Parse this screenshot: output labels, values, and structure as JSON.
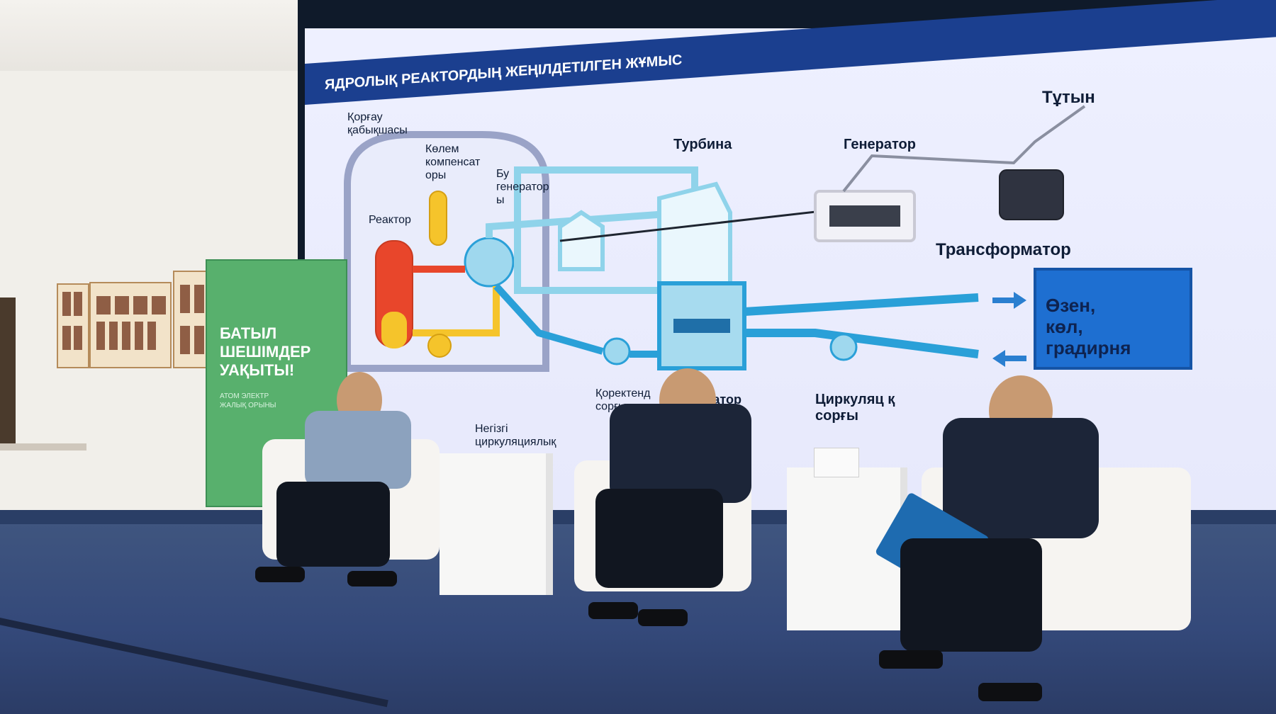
{
  "slide": {
    "header_title": "ЯДРОЛЫҚ РЕАКТОРДЫҢ ЖЕҢІЛДЕТІЛГЕН ЖҰМЫС",
    "labels": {
      "shell": "Қорғау\nқабықшасы",
      "volume_compensator": "Көлем\nкомпенсат\nоры",
      "steam_generator": "Бу\nгенератор\nы",
      "reactor": "Реактор",
      "turbine": "Турбина",
      "generator": "Генератор",
      "consumers": "Тұтын",
      "transformer": "Трансформатор",
      "feed_pump": "Қоректенд\nсорғы",
      "condenser": "Конденсатор",
      "circulation_pump": "Циркуляц       қ\nсорғы",
      "main_circulation": "Негізгі\nциркуляциялық",
      "river_box": "Өзен,\nкөл,\nградирня"
    }
  },
  "banner": {
    "logo_text": "",
    "title": "БАТЫЛ\nШЕШІМДЕР\nУАҚЫТЫ!",
    "subtitle": "АТОМ ЭЛЕКТР\nЖАЛЫҚ ОРЫНЫ"
  },
  "colors": {
    "slide_bg": "#e8eafc",
    "header_blue": "#1b3f8f",
    "pipe_light": "#8fd3ea",
    "pipe_dark": "#2aa0d8",
    "reactor_red": "#e8462b",
    "reactor_yellow": "#f5c42b",
    "river_blue": "#1e6fd1",
    "banner_green": "#58b06d",
    "stage_blue": "#34497a"
  }
}
